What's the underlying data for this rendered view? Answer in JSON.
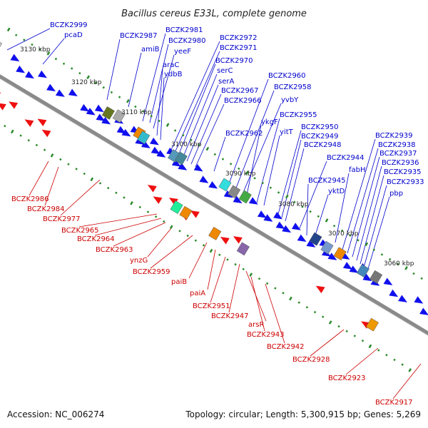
{
  "title": "Bacillus cereus E33L, complete genome",
  "footer": {
    "accession": "Accession: NC_006274",
    "summary": "Topology: circular; Length: 5,300,915 bp; Genes: 5,269"
  },
  "colors": {
    "backbone": "#8a8a8a",
    "forward_genes": "#1010ee",
    "reverse_genes": "#ee1010",
    "gc_ticks": "#2a8a2a",
    "forward_labels": "#0000cc",
    "reverse_labels": "#cc0000"
  },
  "scale_ticks": [
    "3130 kbp",
    "3120 kbp",
    "3110 kbp",
    "3100 kbp",
    "3090 kbp",
    "3080 kbp",
    "3070 kbp",
    "3060 kbp"
  ],
  "forward_labels": [
    "BCZK2999",
    "pcaD",
    "BCZK2987",
    "amiB",
    "BCZK2981",
    "BCZK2980",
    "yeeF",
    "araC",
    "ydbB",
    "BCZK2972",
    "BCZK2971",
    "BCZK2970",
    "serC",
    "serA",
    "BCZK2967",
    "BCZK2966",
    "BCZK2960",
    "BCZK2958",
    "yvbY",
    "BCZK2962",
    "ykgF",
    "BCZK2955",
    "yitT",
    "BCZK2950",
    "BCZK2949",
    "BCZK2948",
    "BCZK2944",
    "fabH",
    "BCZK2945",
    "yktD",
    "BCZK2939",
    "BCZK2938",
    "BCZK2937",
    "BCZK2936",
    "BCZK2935",
    "BCZK2933",
    "pbp"
  ],
  "reverse_labels": [
    "BCZK2986",
    "BCZK2984",
    "BCZK2977",
    "BCZK2965",
    "BCZK2964",
    "BCZK2963",
    "ynzG",
    "BCZK2959",
    "paiB",
    "paiA",
    "BCZK2951",
    "BCZK2947",
    "arsR",
    "BCZK2943",
    "BCZK2942",
    "BCZK2928",
    "BCZK2923",
    "BCZK2917"
  ]
}
